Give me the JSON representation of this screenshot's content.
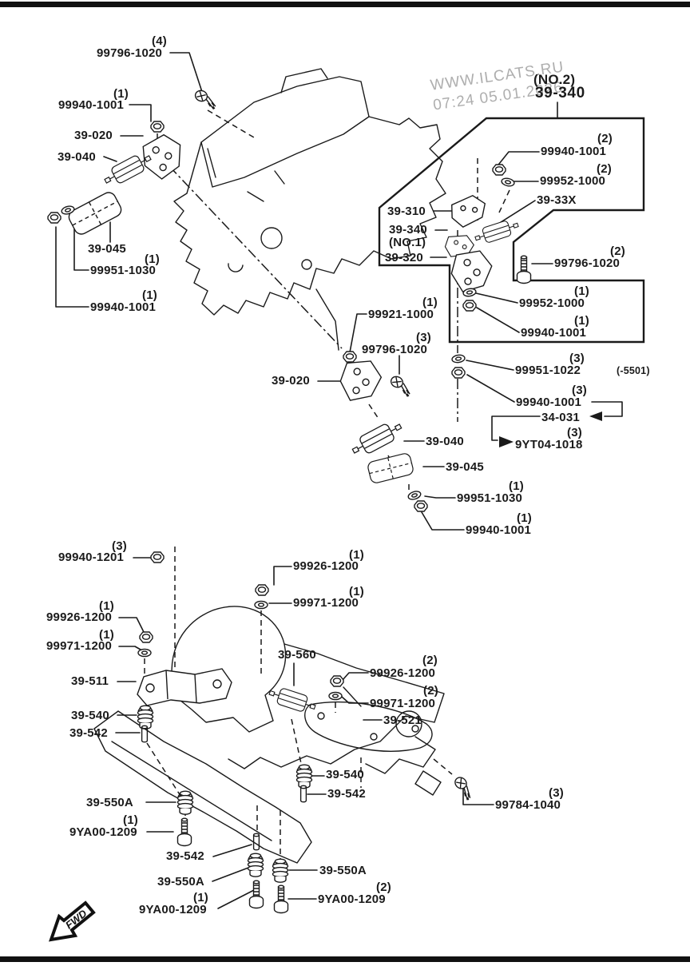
{
  "page": {
    "watermark_line1": "WWW.ILCATS.RU",
    "watermark_line2": "07:24 05.01.2026",
    "fwd": "FWD",
    "line_color": "#1a1a1a",
    "watermark_color": "#aeaeae"
  },
  "labels": [
    {
      "t": "99796-1020",
      "q": "(4)"
    },
    {
      "t": "99940-1001",
      "q": "(1)"
    },
    {
      "t": "39-020"
    },
    {
      "t": "39-040"
    },
    {
      "t": "39-045"
    },
    {
      "t": "99951-1030",
      "q": "(1)"
    },
    {
      "t": "99940-1001",
      "q": "(1)"
    },
    {
      "t": "(NO.2)"
    },
    {
      "t": "39-340"
    },
    {
      "t": "99940-1001",
      "q": "(2)"
    },
    {
      "t": "99952-1000",
      "q": "(2)"
    },
    {
      "t": "39-33X"
    },
    {
      "t": "39-310"
    },
    {
      "t": "39-340"
    },
    {
      "t": "(NO.1)"
    },
    {
      "t": "39-320"
    },
    {
      "t": "99796-1020",
      "q": "(2)"
    },
    {
      "t": "99952-1000",
      "q": "(1)"
    },
    {
      "t": "99940-1001",
      "q": "(1)"
    },
    {
      "t": "99951-1022",
      "q": "(3)",
      "s": "(-5501)"
    },
    {
      "t": "99940-1001",
      "q": "(3)"
    },
    {
      "t": "34-031"
    },
    {
      "t": "9YT04-1018",
      "q": "(3)"
    },
    {
      "t": "99921-1000",
      "q": "(1)"
    },
    {
      "t": "99796-1020",
      "q": "(3)"
    },
    {
      "t": "39-020"
    },
    {
      "t": "39-040"
    },
    {
      "t": "39-045"
    },
    {
      "t": "99951-1030",
      "q": "(1)"
    },
    {
      "t": "99940-1001",
      "q": "(1)"
    },
    {
      "t": "99940-1201",
      "q": "(3)"
    },
    {
      "t": "99926-1200",
      "q": "(1)"
    },
    {
      "t": "99971-1200",
      "q": "(1)"
    },
    {
      "t": "39-511"
    },
    {
      "t": "39-540"
    },
    {
      "t": "39-542"
    },
    {
      "t": "39-560"
    },
    {
      "t": "99926-1200",
      "q": "(2)"
    },
    {
      "t": "99971-1200",
      "q": "(2)"
    },
    {
      "t": "39-521"
    },
    {
      "t": "39-540"
    },
    {
      "t": "39-542"
    },
    {
      "t": "39-550A"
    },
    {
      "t": "9YA00-1209",
      "q": "(1)"
    },
    {
      "t": "39-542"
    },
    {
      "t": "39-550A"
    },
    {
      "t": "9YA00-1209",
      "q": "(1)"
    },
    {
      "t": "39-550A"
    },
    {
      "t": "9YA00-1209",
      "q": "(2)"
    },
    {
      "t": "99784-1040",
      "q": "(3)"
    },
    {
      "t": "99926-1200",
      "q": "(1)"
    },
    {
      "t": "99971-1200",
      "q": "(1)"
    }
  ]
}
